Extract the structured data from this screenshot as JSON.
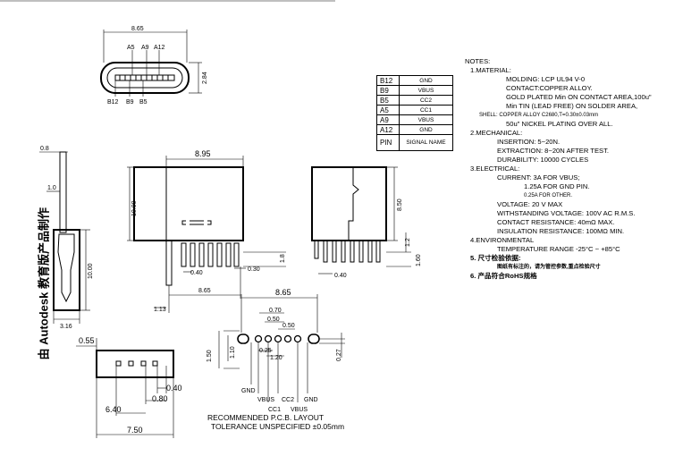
{
  "top_view": {
    "width": "8.65",
    "height": "2.84",
    "top_pins": [
      "A5",
      "A9",
      "A12"
    ],
    "bottom_pins": [
      "B12",
      "B9",
      "B5"
    ]
  },
  "front_view": {
    "width": "8.95",
    "height": "10.00",
    "pin_pitch": "0.40",
    "pin_width": "0.30",
    "span": "8.65",
    "lead": "1.8"
  },
  "side_view": {
    "height": "8.50",
    "step": "1.2",
    "lead": "1.60",
    "pin": "0.40"
  },
  "left_view": {
    "top": "0.8",
    "offset": "1.0",
    "height": "10.00",
    "base": "1.13",
    "width": "3.16"
  },
  "bottom_view": {
    "edge": "0.55",
    "d1": "0.40",
    "d2": "0.80",
    "d3": "6.40",
    "total": "7.50"
  },
  "pcb_layout": {
    "width": "8.65",
    "d1": "0.70",
    "d2": "0.50",
    "d3": "0.50",
    "d4": "0.25",
    "d5": "1.20",
    "h1": "1.50",
    "h2": "1.10",
    "h3": "0.27",
    "pins": [
      "GND",
      "VBUS",
      "CC1",
      "CC2",
      "VBUS",
      "GND"
    ],
    "title": "RECOMMENDED    P.C.B.  LAYOUT",
    "tolerance": "TOLERANCE  UNSPECIFIED  ±0.05mm"
  },
  "pin_table": {
    "rows": [
      {
        "pin": "B12",
        "signal": "GND"
      },
      {
        "pin": "B9",
        "signal": "VBUS"
      },
      {
        "pin": "B5",
        "signal": "CC2"
      },
      {
        "pin": "A5",
        "signal": "CC1"
      },
      {
        "pin": "A9",
        "signal": "VBUS"
      },
      {
        "pin": "A12",
        "signal": "GND"
      }
    ],
    "header_pin": "PIN",
    "header_signal": "SIGNAL NAME"
  },
  "notes": {
    "title": "NOTES:",
    "material_title": "1.MATERIAL:",
    "molding": "MOLDING: LCP UL94 V-0",
    "contact": "CONTACT:COPPER  ALLOY.",
    "plating1": "GOLD PLATED Min ON CONTACT AREA,100u\"",
    "plating2": "Min TIN (LEAD FREE) ON SOLDER AREA,",
    "shell": "SHELL: COPPER ALLOY C2680,T=0.30±0.03mm",
    "nickel": "50u\" NICKEL PLATING OVER ALL.",
    "mechanical_title": "2.MECHANICAL:",
    "insertion": "INSERTION: 5~20N.",
    "extraction": "EXTRACTION: 8~20N AFTER TEST.",
    "durability": "DURABILITY: 10000 CYCLES",
    "electrical_title": "3.ELECTRICAL:",
    "current": "CURRENT: 3A FOR VBUS;",
    "current2": "1.25A FOR GND PIN.",
    "current3": "0.25A FOR OTHER.",
    "voltage": "VOLTAGE: 20 V MAX",
    "withstanding": "WITHSTANDING VOLTAGE: 100V AC R.M.S.",
    "contact_res": "CONTACT RESISTANCE: 40mΩ MAX.",
    "insulation": "INSULATION RESISTANCE: 100MΩ MIN.",
    "env_title": "4.ENVIRONMENTAL",
    "temperature": "TEMPERATURE RANGE -25°C ~ +85°C",
    "note5_title": "5. 尺寸检验依据:",
    "note5_line": "图纸有标注的，请为管控参数,重点检验尺寸",
    "note6": "6. 产品符合RoHS规格"
  },
  "watermark": "由 Autodesk 教育版产品制作"
}
